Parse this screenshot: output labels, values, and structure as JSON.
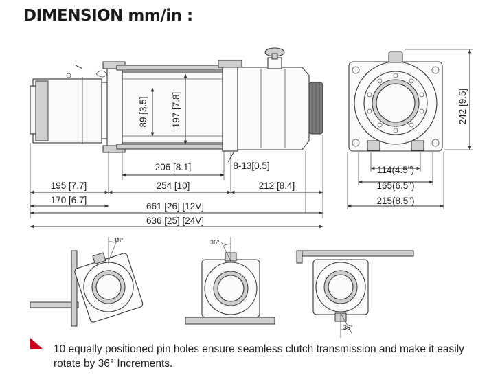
{
  "title": "DIMENSION mm/in :",
  "side_view": {
    "drum_inner_height": "89 [3.5]",
    "flange_height": "197 [7.8]",
    "drum_length": "206 [8.1]",
    "bolt_spec": "8-13[0.5]",
    "motor_length": "195 [7.7]",
    "flange_spacing": "254 [10]",
    "gearbox_length": "212 [8.4]",
    "motor_to_foot": "170 [6.7]",
    "overall_12v": "661 [26] [12V]",
    "overall_24v": "636 [25] [24V]"
  },
  "end_view": {
    "height": "242 [9.5]",
    "bolt_spacing_inner": "114(4.5\")",
    "bolt_spacing_mid": "165(6.5\")",
    "overall_width": "215(8.5\")"
  },
  "rotation_views": {
    "angle_1": "18°",
    "angle_2": "36°",
    "angle_3": "36°"
  },
  "note": {
    "text": "10 equally positioned pin holes ensure seamless clutch transmission and make it easily rotate by 36° Increments.",
    "marker_color": "#d0021b"
  }
}
